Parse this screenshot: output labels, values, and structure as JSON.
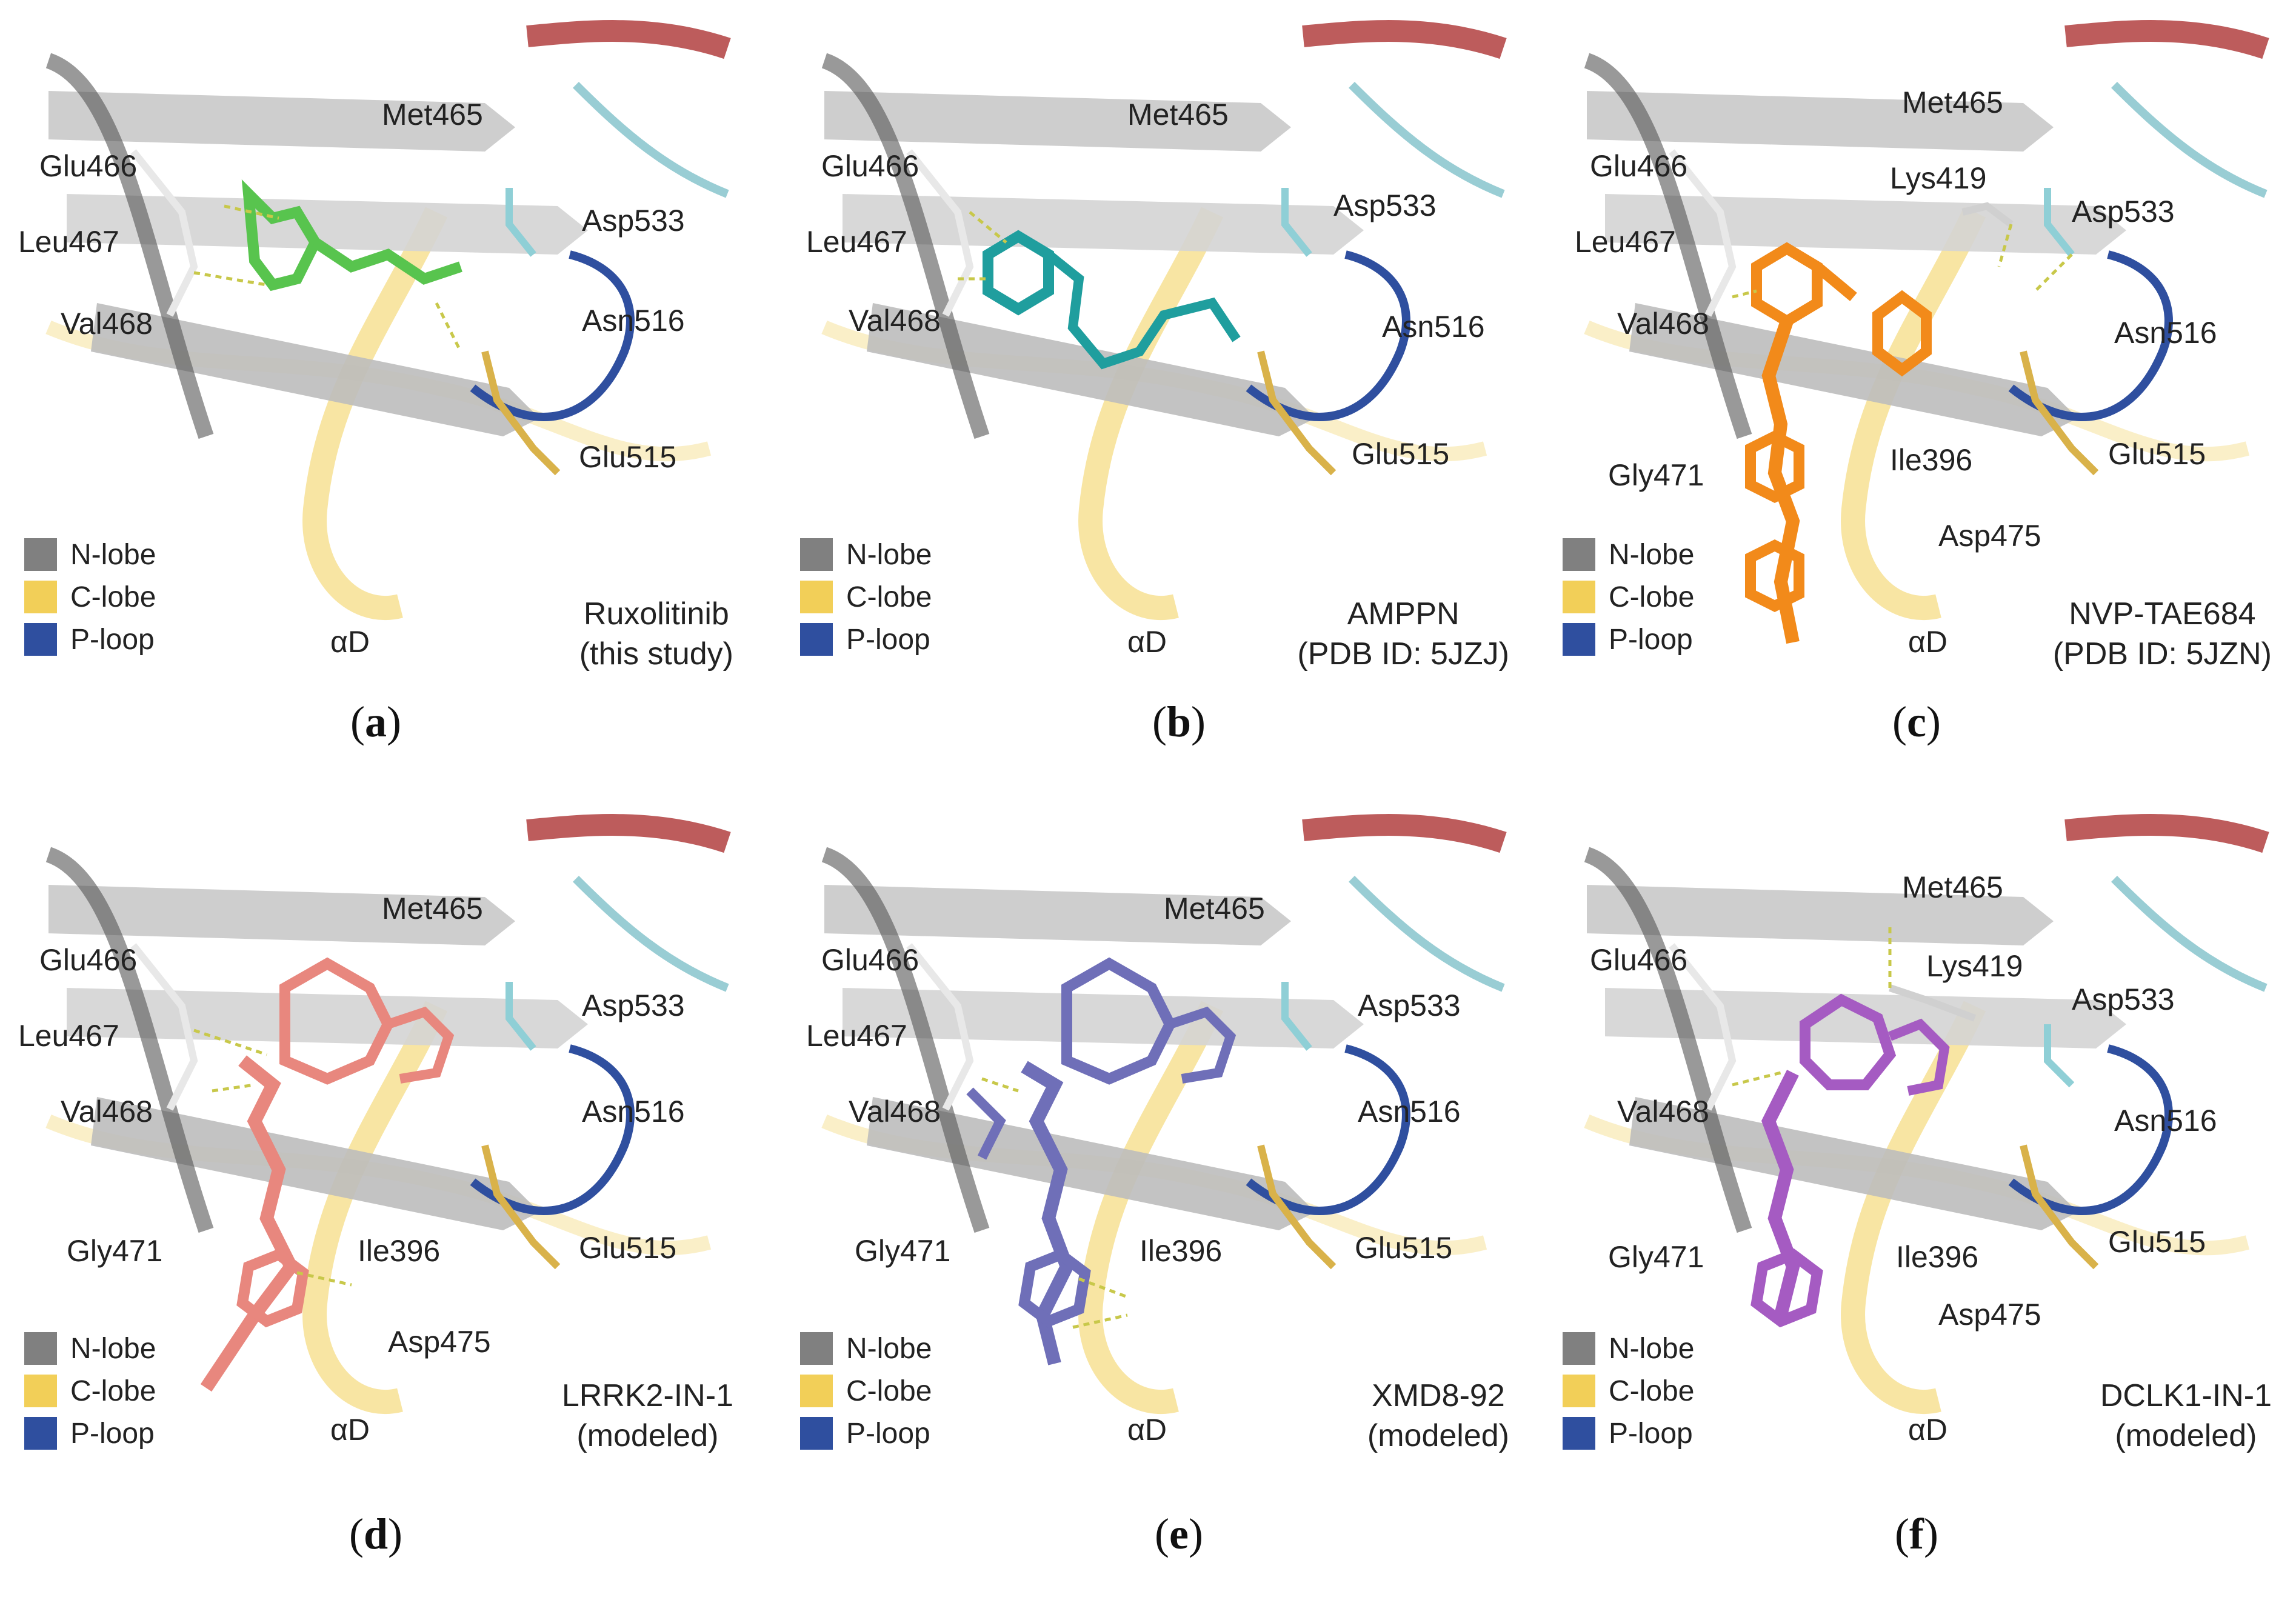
{
  "colors": {
    "n_lobe": "#808080",
    "c_lobe": "#f2cf58",
    "p_loop": "#2f4f9f",
    "ligand_a": "#58c44e",
    "ligand_b": "#1f9e9e",
    "ligand_c": "#f28a1a",
    "ligand_d": "#e8877e",
    "ligand_e": "#6f6fb8",
    "ligand_f": "#a55bc2"
  },
  "legend": [
    {
      "label": "N-lobe",
      "color": "#808080"
    },
    {
      "label": "C-lobe",
      "color": "#f2cf58"
    },
    {
      "label": "P-loop",
      "color": "#2f4f9f"
    }
  ],
  "helix_label": "αD",
  "panels": [
    {
      "letter": "a",
      "caption": [
        "Ruxolitinib",
        "(this study)"
      ],
      "residues": [
        "Met465",
        "Glu466",
        "Leu467",
        "Val468",
        "Asp533",
        "Asn516",
        "Glu515"
      ]
    },
    {
      "letter": "b",
      "caption": [
        "AMPPN",
        "(PDB ID: 5JZJ)"
      ],
      "residues": [
        "Met465",
        "Glu466",
        "Leu467",
        "Val468",
        "Asp533",
        "Asn516",
        "Glu515"
      ]
    },
    {
      "letter": "c",
      "caption": [
        "NVP-TAE684",
        "(PDB ID: 5JZN)"
      ],
      "residues": [
        "Met465",
        "Glu466",
        "Lys419",
        "Asp533",
        "Leu467",
        "Val468",
        "Asn516",
        "Gly471",
        "Ile396",
        "Glu515",
        "Asp475"
      ]
    },
    {
      "letter": "d",
      "caption": [
        "LRRK2-IN-1",
        "(modeled)"
      ],
      "residues": [
        "Met465",
        "Glu466",
        "Asp533",
        "Leu467",
        "Val468",
        "Asn516",
        "Gly471",
        "Ile396",
        "Glu515",
        "Asp475"
      ]
    },
    {
      "letter": "e",
      "caption": [
        "XMD8-92",
        "(modeled)"
      ],
      "residues": [
        "Met465",
        "Glu466",
        "Asp533",
        "Leu467",
        "Val468",
        "Asn516",
        "Gly471",
        "Ile396",
        "Glu515"
      ]
    },
    {
      "letter": "f",
      "caption": [
        "DCLK1-IN-1",
        "(modeled)"
      ],
      "residues": [
        "Met465",
        "Glu466",
        "Lys419",
        "Asp533",
        "Val468",
        "Asn516",
        "Gly471",
        "Ile396",
        "Glu515",
        "Asp475"
      ]
    }
  ]
}
